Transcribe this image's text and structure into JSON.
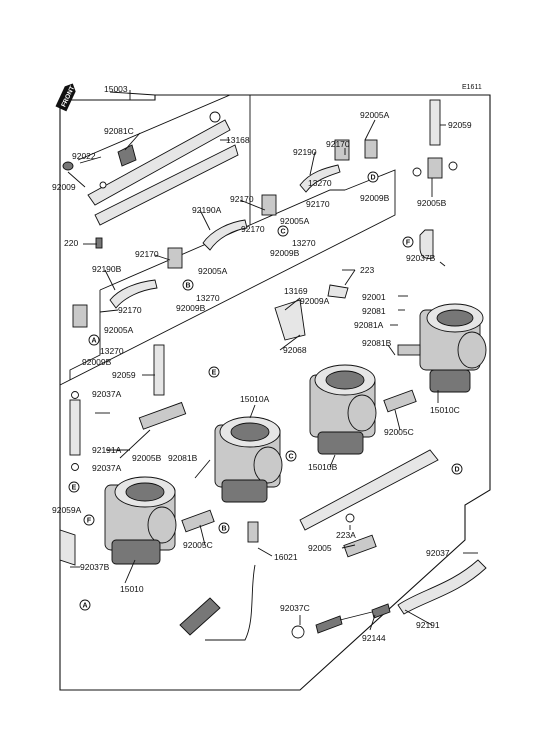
{
  "diagram_code": "E1611",
  "front_label": "FRONT",
  "callouts": [
    {
      "id": "c15003",
      "text": "15003"
    },
    {
      "id": "c92081C",
      "text": "92081C"
    },
    {
      "id": "c13168",
      "text": "13168"
    },
    {
      "id": "c92022",
      "text": "92022"
    },
    {
      "id": "c92009",
      "text": "92009"
    },
    {
      "id": "c220",
      "text": "220"
    },
    {
      "id": "c92005A_1",
      "text": "92005A"
    },
    {
      "id": "c92170_1",
      "text": "92170"
    },
    {
      "id": "c92190",
      "text": "92190"
    },
    {
      "id": "c13270_1",
      "text": "13270"
    },
    {
      "id": "c92170_2",
      "text": "92170"
    },
    {
      "id": "c92009B_1",
      "text": "92009B"
    },
    {
      "id": "c92059_1",
      "text": "92059"
    },
    {
      "id": "c92005B_1",
      "text": "92005B"
    },
    {
      "id": "c92170_3",
      "text": "92170"
    },
    {
      "id": "c92190A",
      "text": "92190A"
    },
    {
      "id": "c92005A_2",
      "text": "92005A"
    },
    {
      "id": "c92170_4",
      "text": "92170"
    },
    {
      "id": "c13270_2",
      "text": "13270"
    },
    {
      "id": "c92009B_2",
      "text": "92009B"
    },
    {
      "id": "c92037B_1",
      "text": "92037B"
    },
    {
      "id": "c92170_5",
      "text": "92170"
    },
    {
      "id": "c92005A_3",
      "text": "92005A"
    },
    {
      "id": "c92190B",
      "text": "92190B"
    },
    {
      "id": "c223",
      "text": "223"
    },
    {
      "id": "c13270_3",
      "text": "13270"
    },
    {
      "id": "c92009B_3",
      "text": "92009B"
    },
    {
      "id": "c92170_6",
      "text": "92170"
    },
    {
      "id": "c13169",
      "text": "13169"
    },
    {
      "id": "c92009A",
      "text": "92009A"
    },
    {
      "id": "c92001",
      "text": "92001"
    },
    {
      "id": "c92081",
      "text": "92081"
    },
    {
      "id": "c92081A",
      "text": "92081A"
    },
    {
      "id": "c92005A_4",
      "text": "92005A"
    },
    {
      "id": "c13270_4",
      "text": "13270"
    },
    {
      "id": "c92009B_4",
      "text": "92009B"
    },
    {
      "id": "c92068",
      "text": "92068"
    },
    {
      "id": "c92081B_1",
      "text": "92081B"
    },
    {
      "id": "c92059_2",
      "text": "92059"
    },
    {
      "id": "c92037A_1",
      "text": "92037A"
    },
    {
      "id": "c15010A",
      "text": "15010A"
    },
    {
      "id": "c15010C",
      "text": "15010C"
    },
    {
      "id": "c92005C_1",
      "text": "92005C"
    },
    {
      "id": "c92191A",
      "text": "92191A"
    },
    {
      "id": "c92005B_2",
      "text": "92005B"
    },
    {
      "id": "c92081B_2",
      "text": "92081B"
    },
    {
      "id": "c15010B",
      "text": "15010B"
    },
    {
      "id": "c92037A_2",
      "text": "92037A"
    },
    {
      "id": "c92059A",
      "text": "92059A"
    },
    {
      "id": "c223A",
      "text": "223A"
    },
    {
      "id": "c92005C_2",
      "text": "92005C"
    },
    {
      "id": "c92005",
      "text": "92005"
    },
    {
      "id": "c16021",
      "text": "16021"
    },
    {
      "id": "c92037",
      "text": "92037"
    },
    {
      "id": "c92037B_2",
      "text": "92037B"
    },
    {
      "id": "c15010",
      "text": "15010"
    },
    {
      "id": "c92037C",
      "text": "92037C"
    },
    {
      "id": "c92191",
      "text": "92191"
    },
    {
      "id": "c92144",
      "text": "92144"
    }
  ],
  "reference_markers": [
    {
      "id": "mA1",
      "letter": "A"
    },
    {
      "id": "mA2",
      "letter": "A"
    },
    {
      "id": "mB1",
      "letter": "B"
    },
    {
      "id": "mB2",
      "letter": "B"
    },
    {
      "id": "mC1",
      "letter": "C"
    },
    {
      "id": "mC2",
      "letter": "C"
    },
    {
      "id": "mD1",
      "letter": "D"
    },
    {
      "id": "mD2",
      "letter": "D"
    },
    {
      "id": "mE1",
      "letter": "E"
    },
    {
      "id": "mE2",
      "letter": "E"
    },
    {
      "id": "mF1",
      "letter": "F"
    },
    {
      "id": "mF2",
      "letter": "F"
    }
  ]
}
